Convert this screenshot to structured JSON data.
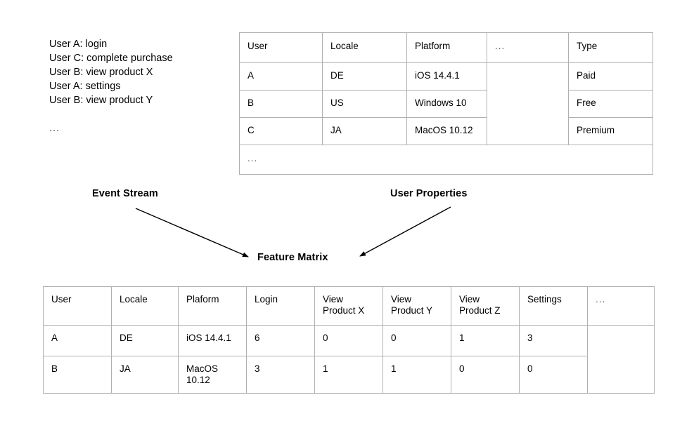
{
  "event_stream": {
    "lines": [
      "User A: login",
      "User C: complete purchase",
      "User B: view product X",
      "User A: settings",
      "User B: view product Y"
    ],
    "ellipsis": "..."
  },
  "user_properties_table": {
    "headers": [
      "User",
      "Locale",
      "Platform",
      "...",
      "Type"
    ],
    "rows": [
      [
        "A",
        "DE",
        "iOS 14.4.1",
        "Paid"
      ],
      [
        "B",
        "US",
        "Windows 10",
        "Free"
      ],
      [
        "C",
        "JA",
        "MacOS 10.12",
        "Premium"
      ]
    ],
    "tail_row": "..."
  },
  "labels": {
    "event_stream": "Event Stream",
    "user_properties": "User Properties",
    "feature_matrix": "Feature Matrix"
  },
  "feature_matrix_table": {
    "headers": [
      "User",
      "Locale",
      "Plaform",
      "Login",
      "View\nProduct X",
      "View\nProduct Y",
      "View\nProduct Z",
      "Settings",
      "..."
    ],
    "header_lines": [
      [
        "User"
      ],
      [
        "Locale"
      ],
      [
        "Plaform"
      ],
      [
        "Login"
      ],
      [
        "View",
        "Product X"
      ],
      [
        "View",
        "Product Y"
      ],
      [
        "View",
        "Product Z"
      ],
      [
        "Settings"
      ],
      [
        "..."
      ]
    ],
    "rows": [
      {
        "user": "A",
        "locale": "DE",
        "platform": "iOS 14.4.1",
        "login": "6",
        "view_product_x": "0",
        "view_product_y": "0",
        "view_product_z": "1",
        "settings": "3"
      },
      {
        "user": "B",
        "locale": "JA",
        "platform": "MacOS 10.12",
        "login": "3",
        "view_product_x": "1",
        "view_product_y": "1",
        "view_product_z": "0",
        "settings": "0"
      }
    ]
  },
  "colors": {
    "border": "#b0b0b0",
    "text": "#000000",
    "background": "#ffffff",
    "arrow": "#000000"
  }
}
